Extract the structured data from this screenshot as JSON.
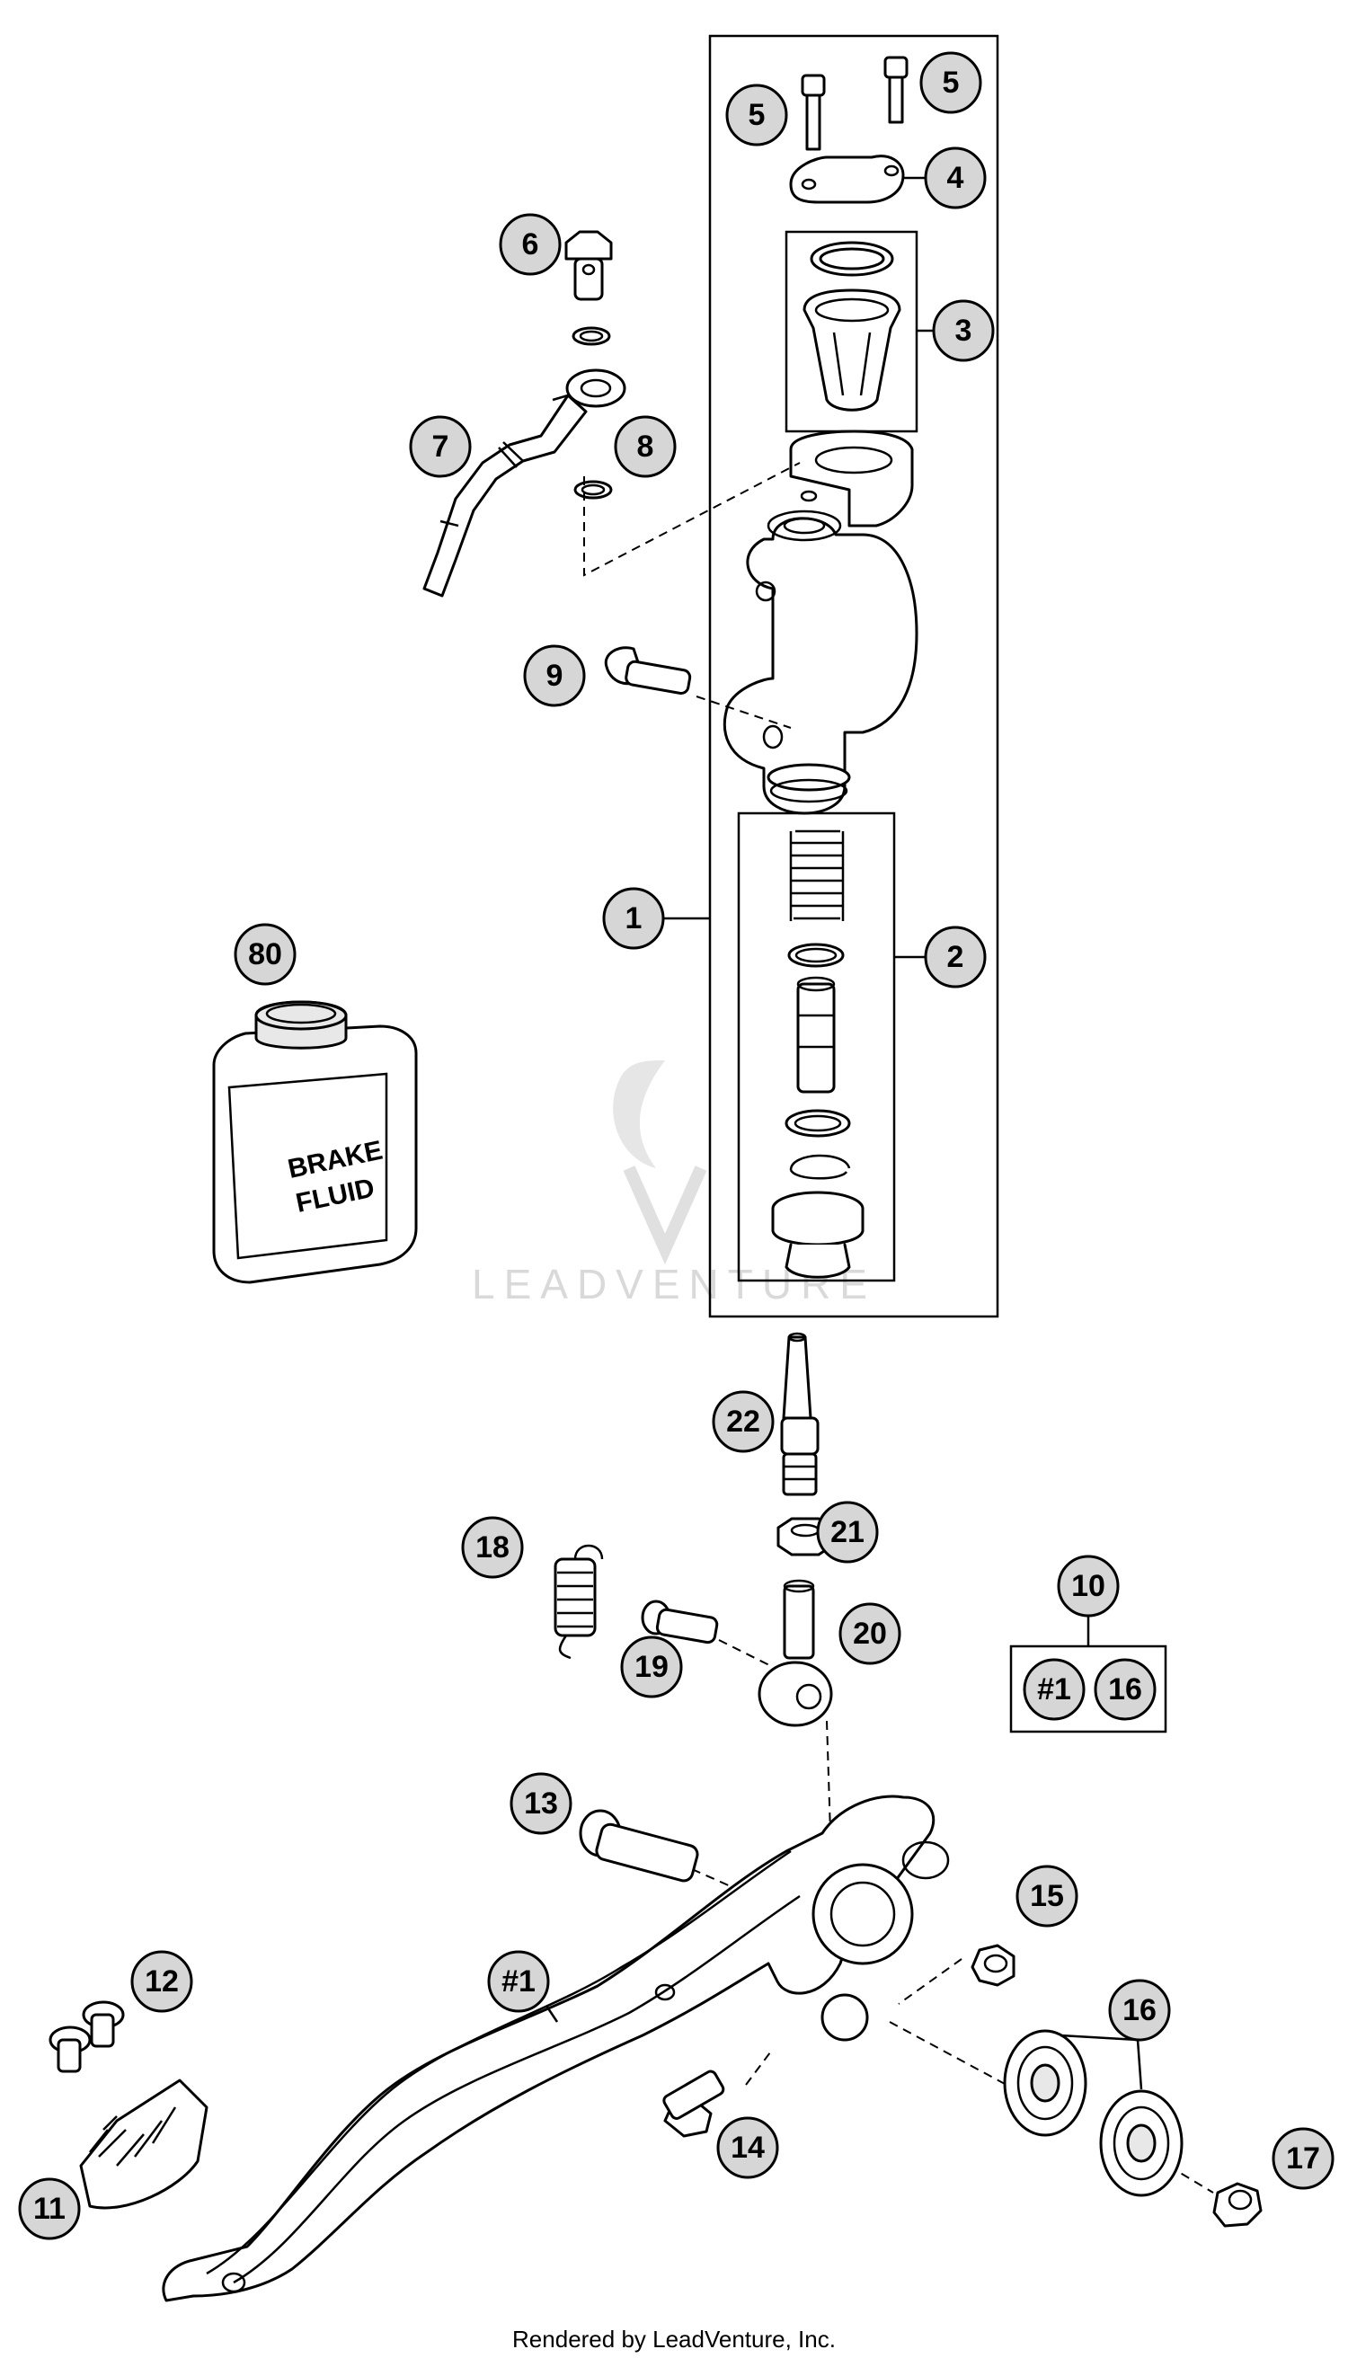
{
  "watermark": "LEADVENTURE",
  "footer": "Rendered by LeadVenture, Inc.",
  "fluid_can": {
    "line1": "BRAKE",
    "line2": "FLUID"
  },
  "callouts": {
    "c1": "1",
    "c2": "2",
    "c3": "3",
    "c4": "4",
    "c5a": "5",
    "c5b": "5",
    "c6": "6",
    "c7": "7",
    "c8": "8",
    "c9": "9",
    "c10": "10",
    "c10_kit_a": "#1",
    "c10_kit_b": "16",
    "c11": "11",
    "c12": "12",
    "c13": "13",
    "c14": "14",
    "c15": "15",
    "c16": "16",
    "c17": "17",
    "c18": "18",
    "c19": "19",
    "c20": "20",
    "c21": "21",
    "c22": "22",
    "c80": "80",
    "c_pedal": "#1"
  }
}
